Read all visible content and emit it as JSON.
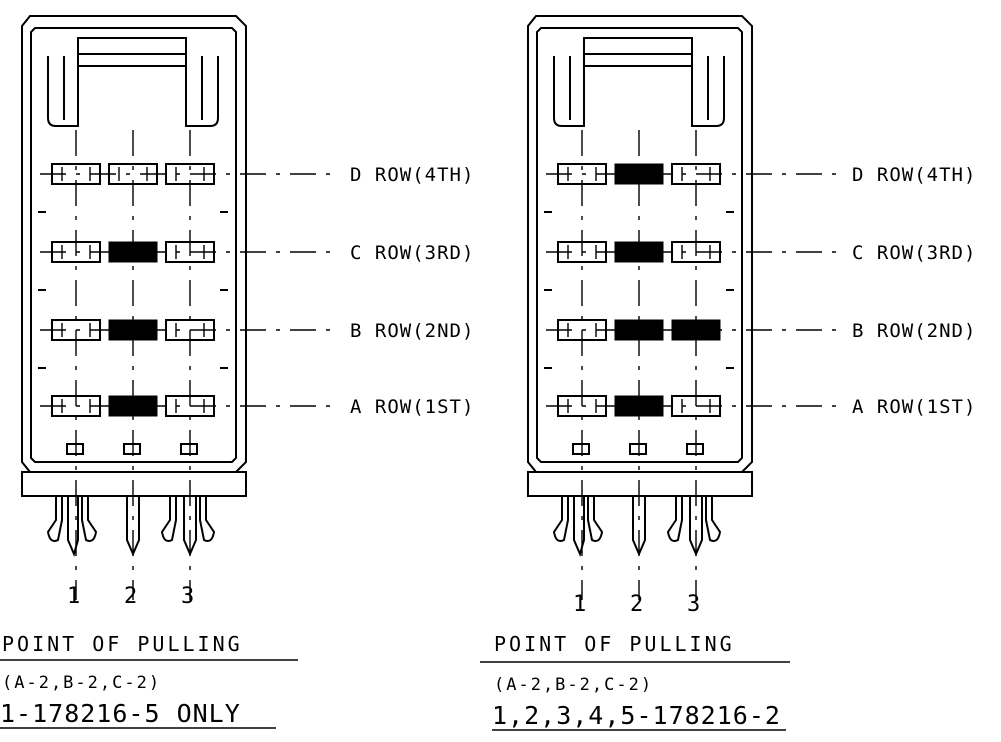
{
  "views": [
    {
      "id": "left",
      "row_labels": [
        "D ROW(4TH)",
        "C ROW(3RD)",
        "B ROW(2ND)",
        "A ROW(1ST)"
      ],
      "pin_numbers": [
        "1",
        "2",
        "3"
      ],
      "caption": "POINT OF PULLING",
      "note": "(A-2,B-2,C-2)",
      "part": "1-178216-5 ONLY",
      "filled_cells": [
        "C-2",
        "B-2",
        "A-2"
      ]
    },
    {
      "id": "right",
      "row_labels": [
        "D ROW(4TH)",
        "C ROW(3RD)",
        "B ROW(2ND)",
        "A ROW(1ST)"
      ],
      "pin_numbers": [
        "1",
        "2",
        "3"
      ],
      "caption": "POINT OF PULLING",
      "note": "(A-2,B-2,C-2)",
      "part": "1,2,3,4,5-178216-2",
      "filled_cells": [
        "D-2",
        "C-2",
        "B-2",
        "B-3",
        "A-2"
      ]
    }
  ]
}
